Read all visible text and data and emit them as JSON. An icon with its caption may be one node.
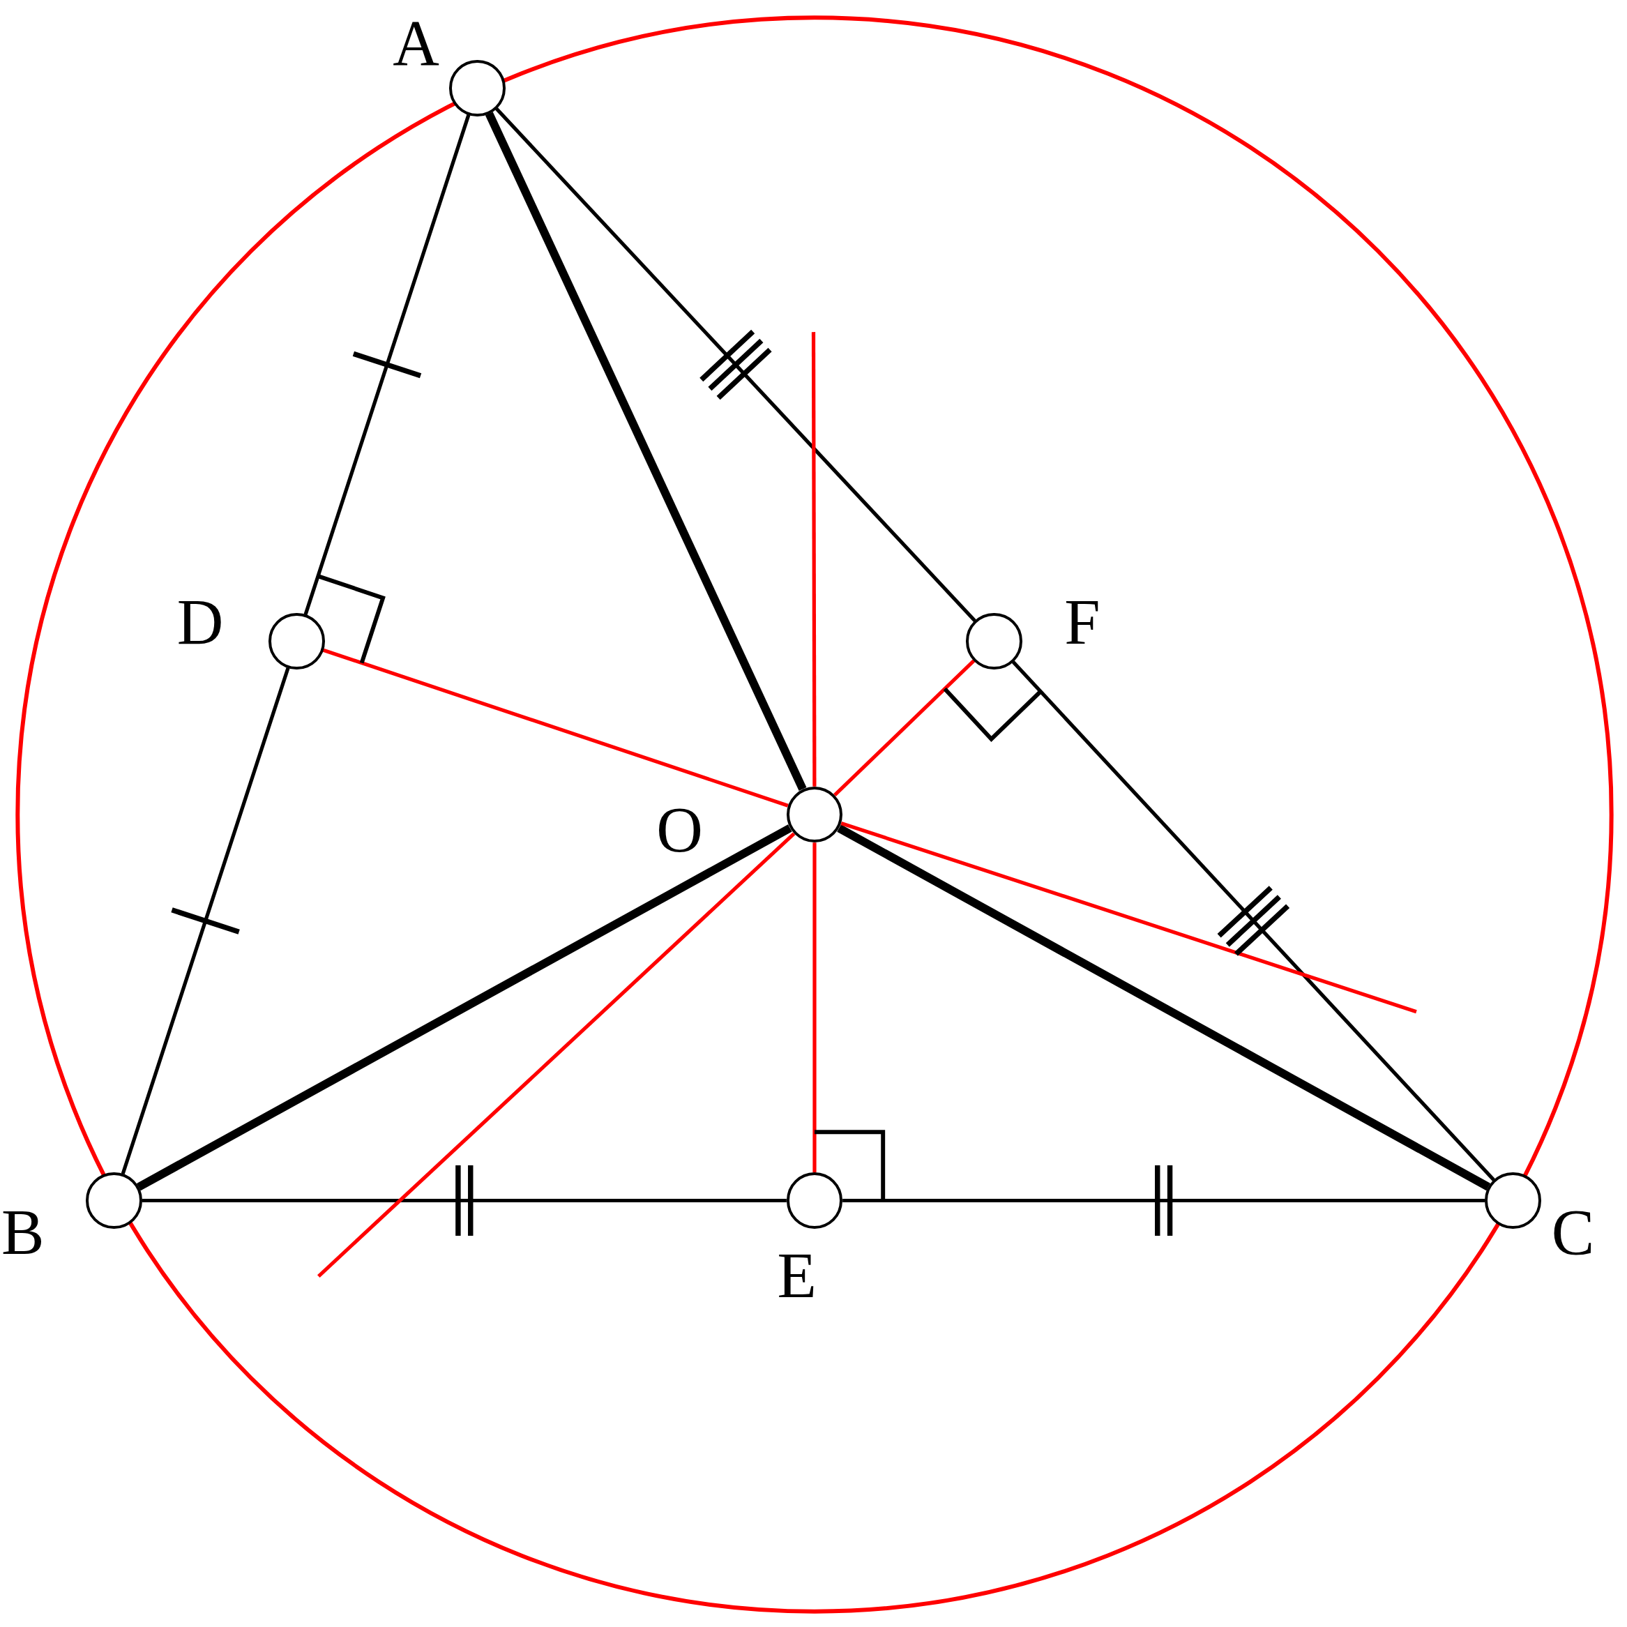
{
  "diagram": {
    "nodes": [
      {
        "text": [
          "A"
        ]
      },
      {
        "text": [
          "D"
        ]
      },
      {
        "text": [
          "F"
        ]
      },
      {
        "text": [
          "O"
        ]
      },
      {
        "text": [
          "B"
        ]
      },
      {
        "text": [
          "E"
        ]
      },
      {
        "text": [
          "C"
        ]
      }
    ],
    "edges": [
      {
        "from": 0,
        "to": 1,
        "arrow": "none"
      },
      {
        "from": 1,
        "to": 4,
        "arrow": "none"
      },
      {
        "from": 4,
        "to": 5,
        "arrow": "none"
      },
      {
        "from": 5,
        "to": 6,
        "arrow": "none"
      },
      {
        "from": 6,
        "to": 2,
        "arrow": "none"
      },
      {
        "from": 2,
        "to": 0,
        "arrow": "none"
      },
      {
        "from": 0,
        "to": 3,
        "arrow": "none",
        "style": "thick"
      },
      {
        "from": 4,
        "to": 3,
        "arrow": "none",
        "style": "thick"
      },
      {
        "from": 6,
        "to": 3,
        "arrow": "none",
        "style": "thick"
      },
      {
        "from": 1,
        "to": 3,
        "arrow": "none",
        "color": "#ff0000"
      },
      {
        "from": 3,
        "to": null,
        "arrow": "none",
        "color": "#ff0000"
      },
      {
        "from": 5,
        "to": 3,
        "arrow": "none",
        "color": "#ff0000"
      },
      {
        "from": 3,
        "to": null,
        "arrow": "none",
        "color": "#ff0000"
      },
      {
        "from": 2,
        "to": 3,
        "arrow": "none",
        "color": "#ff0000"
      },
      {
        "from": 3,
        "to": null,
        "arrow": "none",
        "color": "#ff0000"
      }
    ]
  }
}
